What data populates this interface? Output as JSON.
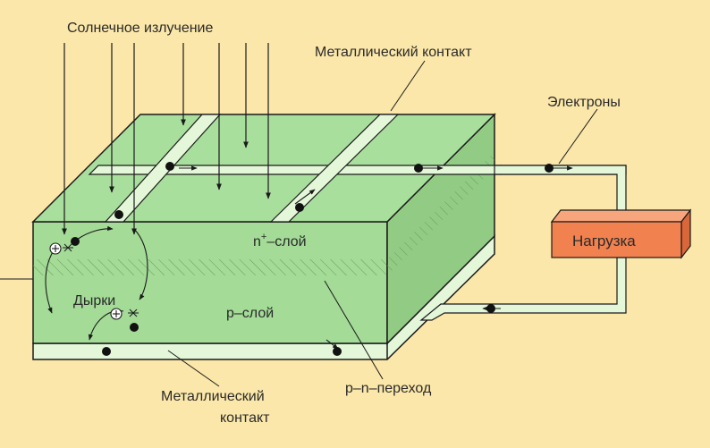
{
  "labels": {
    "solar_radiation": "Солнечное излучение",
    "metal_contact_top": "Металлический контакт",
    "electrons": "Электроны",
    "load": "Нагрузка",
    "n_layer_prefix": "n",
    "n_layer_sup": "+",
    "n_layer_suffix": "–слой",
    "holes": "Дырки",
    "p_layer": "p–слой",
    "pn_junction": "p–n–переход",
    "metal_contact_bottom_line1": "Металлический",
    "metal_contact_bottom_line2": "контакт"
  },
  "colors": {
    "background": "#fbe7a9",
    "cell_top": "#a9df9d",
    "cell_front": "#a3db97",
    "cell_side": "#92cc84",
    "contact_strip": "#e4f7d9",
    "load_front": "#f1814f",
    "load_top": "#f7a57c",
    "load_side": "#d9673a",
    "stroke": "#1a1a1a"
  }
}
